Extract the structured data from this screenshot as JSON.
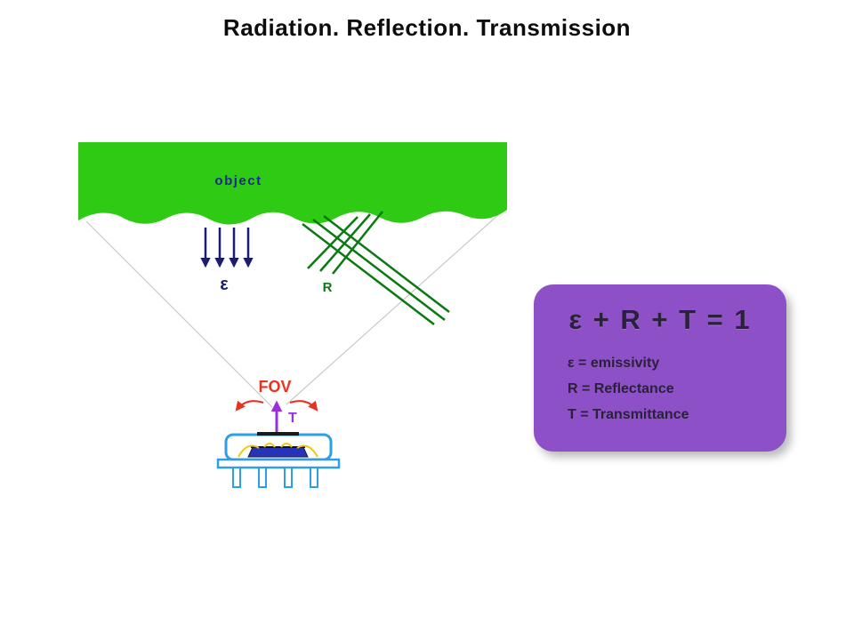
{
  "title": "Radiation. Reflection. Transmission",
  "diagram": {
    "object_label": "object",
    "emissivity_symbol": "ε",
    "reflectance_symbol": "R",
    "fov_label": "FOV",
    "transmittance_symbol": "T"
  },
  "formula_card": {
    "equation": "ε + R + T = 1",
    "legend": [
      "ε  = emissivity",
      "R = Reflectance",
      "T = Transmittance"
    ]
  },
  "colors": {
    "object_green": "#2fca14",
    "emissivity_navy": "#1b1b70",
    "reflectance_green": "#0a7a10",
    "fov_red": "#e63322",
    "transmittance_purple": "#9a2fe0",
    "sensor_blue": "#2e9fe6",
    "bond_wire_yellow": "#f2c512",
    "card_purple": "#8d50c7",
    "fov_cone_gray": "#c8c8c8"
  }
}
